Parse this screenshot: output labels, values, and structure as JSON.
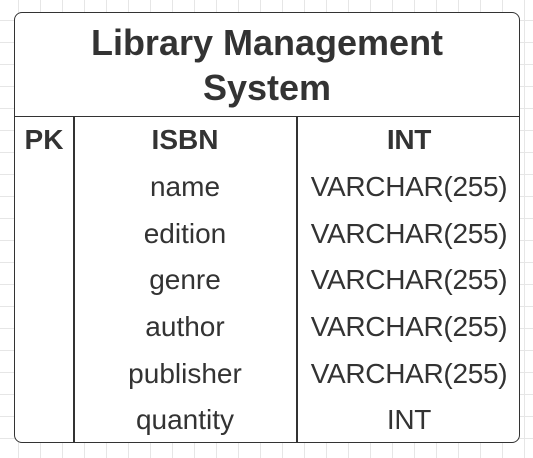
{
  "entity": {
    "title": "Library Management System",
    "fields": [
      {
        "key": "PK",
        "name": "ISBN",
        "type": "INT",
        "primary": true
      },
      {
        "key": "",
        "name": "name",
        "type": "VARCHAR(255)",
        "primary": false
      },
      {
        "key": "",
        "name": "edition",
        "type": "VARCHAR(255)",
        "primary": false
      },
      {
        "key": "",
        "name": "genre",
        "type": "VARCHAR(255)",
        "primary": false
      },
      {
        "key": "",
        "name": "author",
        "type": "VARCHAR(255)",
        "primary": false
      },
      {
        "key": "",
        "name": "publisher",
        "type": "VARCHAR(255)",
        "primary": false
      },
      {
        "key": "",
        "name": "quantity",
        "type": "INT",
        "primary": false
      }
    ]
  }
}
